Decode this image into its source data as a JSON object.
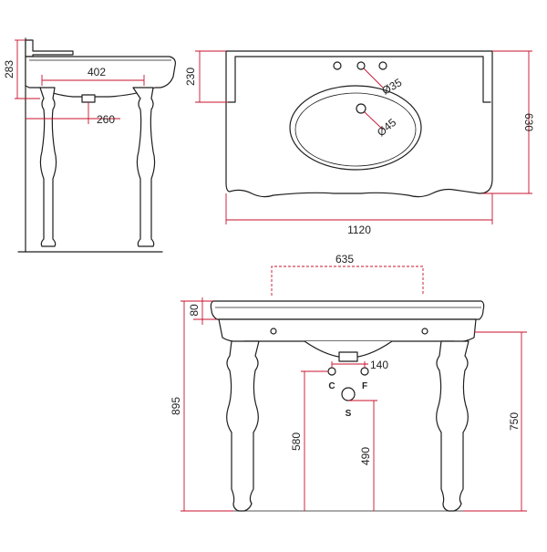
{
  "colors": {
    "dimension": "#c8102e",
    "outline": "#1e1e1e",
    "background": "#ffffff"
  },
  "side_view": {
    "height_283": "283",
    "depth_402": "402",
    "drain_offset_260": "260"
  },
  "top_view": {
    "back_230": "230",
    "tap_hole_35": "Ø35",
    "drain_hole_45": "Ø45",
    "depth_630": "630",
    "width_1120": "1120"
  },
  "front_view": {
    "leg_spacing_635": "635",
    "top_thickness_80": "80",
    "overall_height_895": "895",
    "basin_height_750": "750",
    "supply_height_580": "580",
    "waste_height_490": "490",
    "supply_spacing_140": "140",
    "cold_label": "C",
    "hot_label": "F",
    "waste_label": "S"
  }
}
